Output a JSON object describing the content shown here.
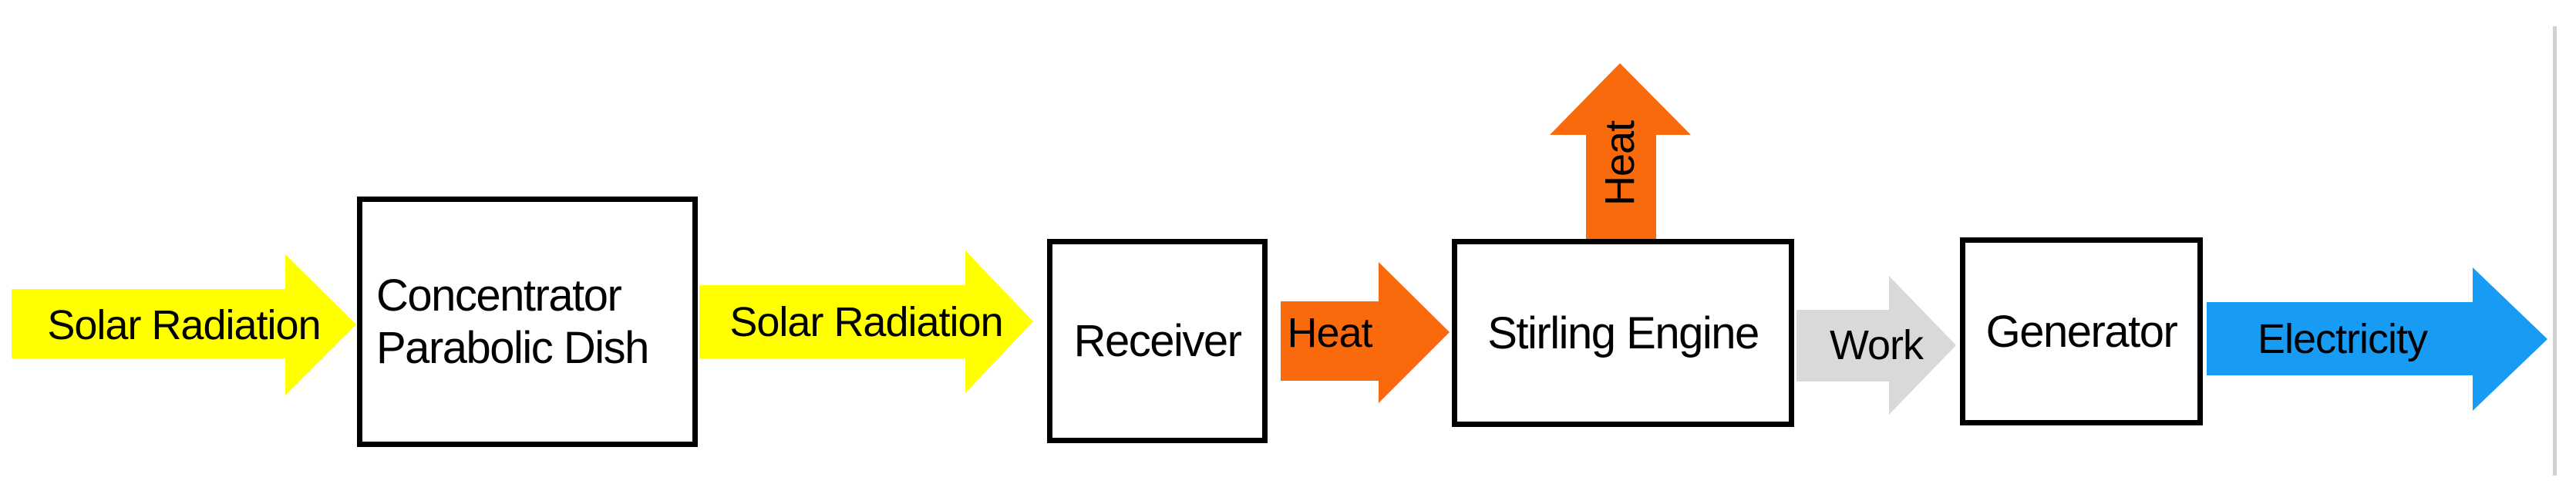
{
  "diagram": {
    "type": "process-flow",
    "description": "Energy flow of a parabolic dish Stirling solar power system",
    "nodes": {
      "concentrator": {
        "line1": "Concentrator",
        "line2": "Parabolic Dish"
      },
      "receiver": {
        "label": "Receiver"
      },
      "stirling": {
        "label": "Stirling Engine"
      },
      "generator": {
        "label": "Generator"
      }
    },
    "flows": {
      "solar_in": {
        "label": "Solar Radiation",
        "direction": "right"
      },
      "solar_concentrated": {
        "label": "Solar Radiation",
        "direction": "right"
      },
      "heat_in": {
        "label": "Heat",
        "direction": "right"
      },
      "heat_rejected": {
        "label": "Heat",
        "direction": "up"
      },
      "work": {
        "label": "Work",
        "direction": "right"
      },
      "electricity": {
        "label": "Electricity",
        "direction": "right"
      }
    },
    "colors": {
      "solar": "#FFFF00",
      "heat": "#F96A0D",
      "work": "#D9D9D9",
      "electricity": "#189BF2",
      "node_border": "#000000",
      "divider": "#D1D1D1",
      "text": "#000000"
    }
  }
}
